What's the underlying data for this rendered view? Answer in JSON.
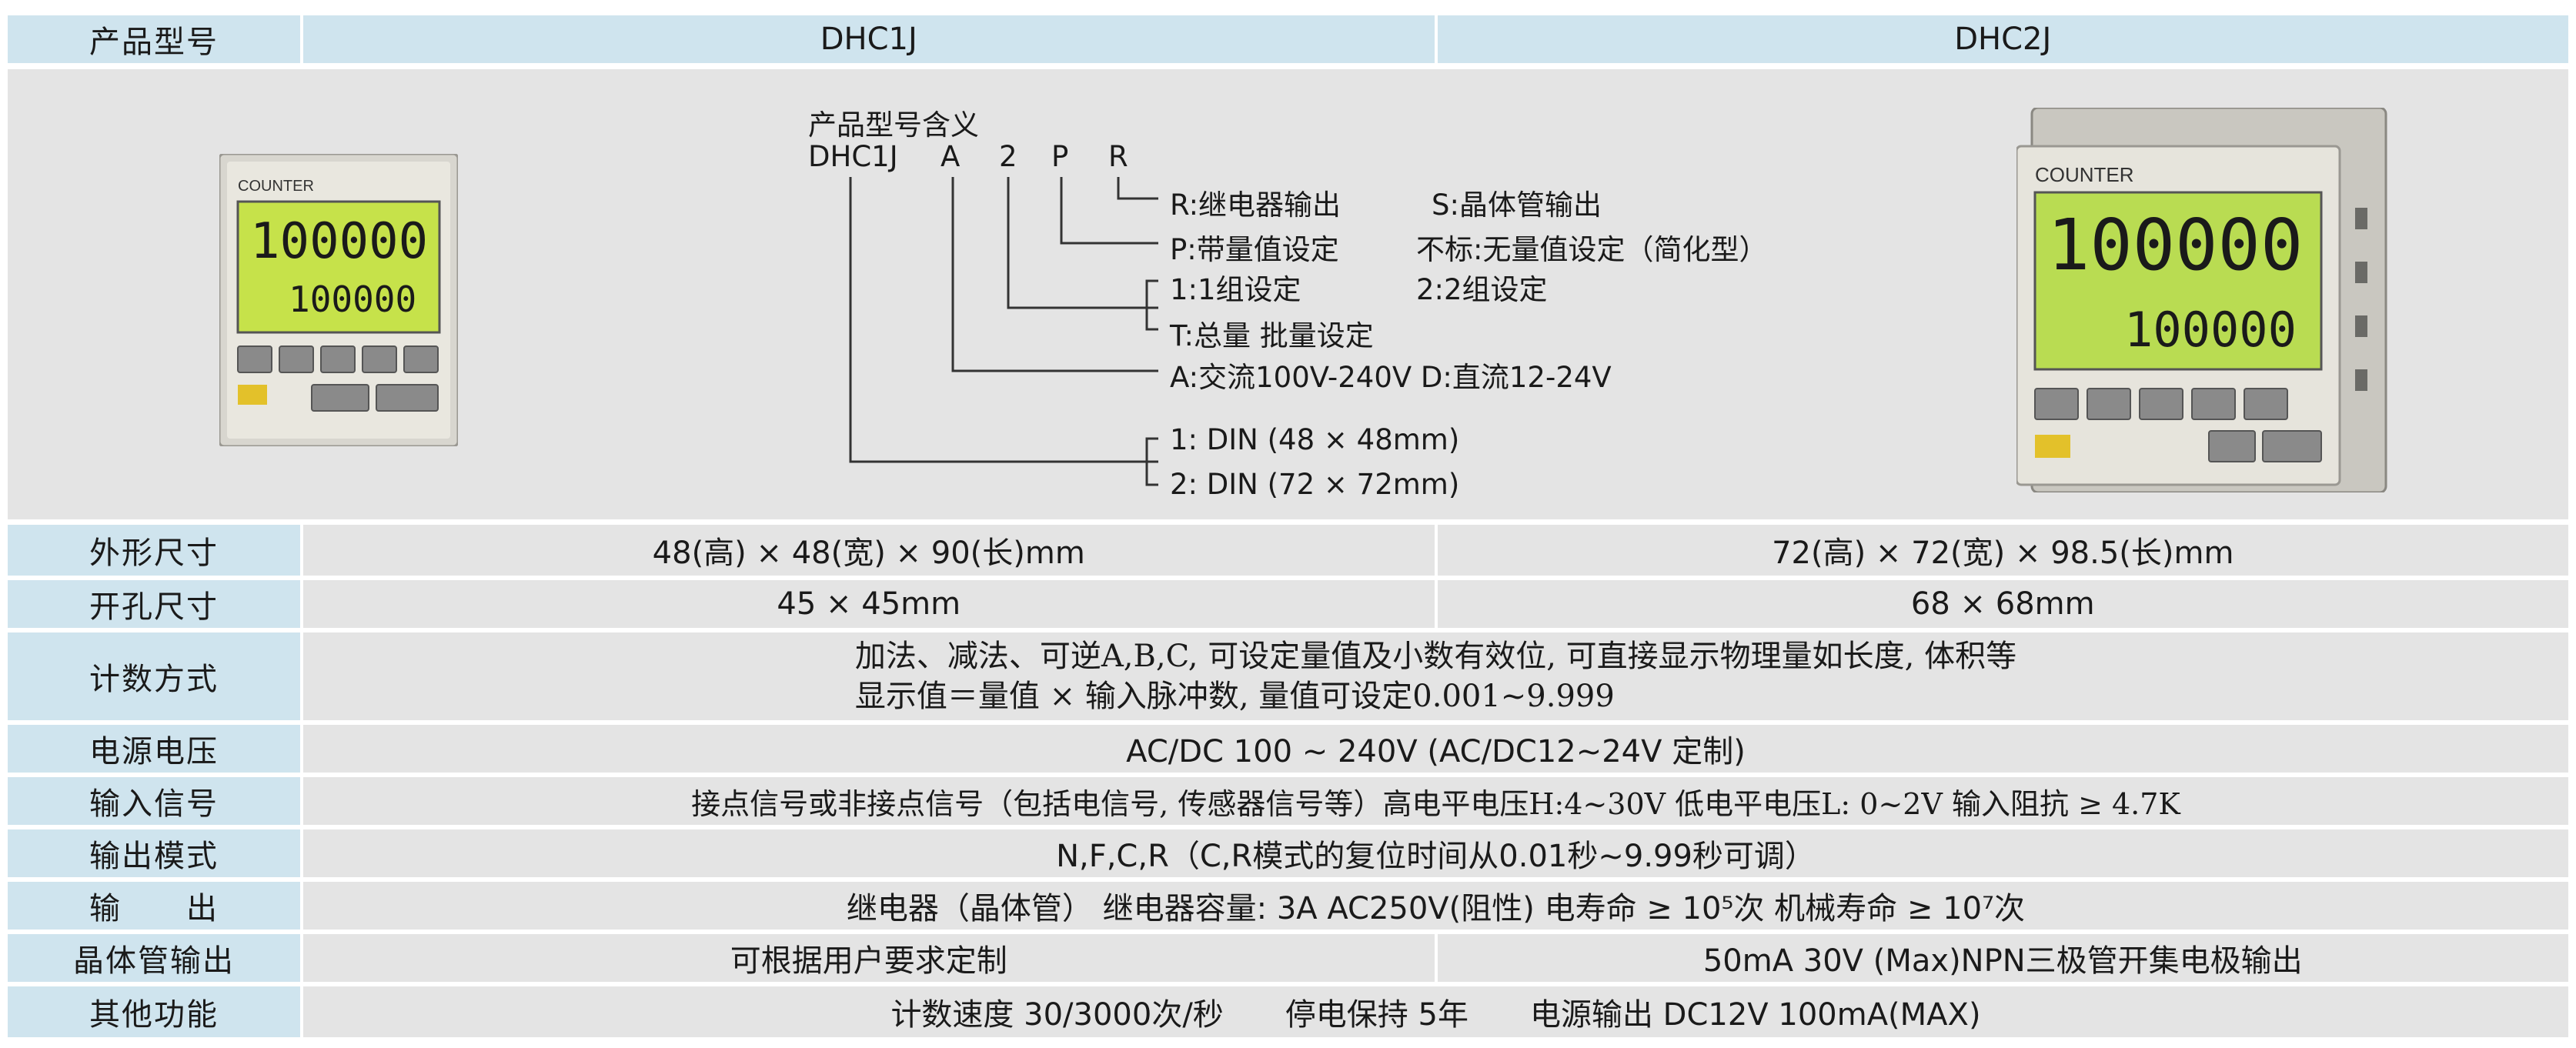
{
  "header": {
    "label": "产品型号",
    "model1": "DHC1J",
    "model2": "DHC2J"
  },
  "diagram": {
    "title": "产品型号含义",
    "code_parts": [
      "DHC1J",
      "A",
      "2",
      "P",
      "R"
    ],
    "lines": [
      {
        "left": "R:继电器输出",
        "right": "S:晶体管输出"
      },
      {
        "left": "P:带量值设定",
        "right": "不标:无量值设定（简化型）"
      },
      {
        "left": "1:1组设定",
        "right": "2:2组设定"
      },
      {
        "left": "T:总量 批量设定",
        "right": ""
      },
      {
        "left": "A:交流100V-240V D:直流12-24V",
        "right": ""
      },
      {
        "left": "1: DIN (48 × 48mm)",
        "right": ""
      },
      {
        "left": "2: DIN (72 × 72mm)",
        "right": ""
      }
    ]
  },
  "device_small": {
    "brand_label": "COUNTER",
    "display_top": "100000",
    "display_bottom": "100000"
  },
  "device_big": {
    "brand_label": "COUNTER",
    "display_top": "100000",
    "display_bottom": "100000"
  },
  "rows": [
    {
      "label": "外形尺寸",
      "v1": "48(高) × 48(宽) × 90(长)mm",
      "v2": "72(高) × 72(宽) × 98.5(长)mm"
    },
    {
      "label": "开孔尺寸",
      "v1": "45 × 45mm",
      "v2": "68 × 68mm"
    },
    {
      "label": "计数方式",
      "line1": "加法、减法、可逆A,B,C, 可设定量值及小数有效位, 可直接显示物理量如长度, 体积等",
      "line2": "显示值＝量值 × 输入脉冲数, 量值可设定0.001~9.999"
    },
    {
      "label": "电源电压",
      "full": "AC/DC 100 ~ 240V (AC/DC12~24V 定制)"
    },
    {
      "label": "输入信号",
      "full": "接点信号或非接点信号（包括电信号, 传感器信号等）高电平电压H:4~30V 低电平电压L: 0~2V 输入阻抗 ≥ 4.7K"
    },
    {
      "label": "输出模式",
      "full": "N,F,C,R（C,R模式的复位时间从0.01秒~9.99秒可调）"
    },
    {
      "label": "输　　出",
      "full": "继电器（晶体管） 继电器容量: 3A AC250V(阻性) 电寿命 ≥ 10⁵次 机械寿命 ≥ 10⁷次"
    },
    {
      "label": "晶体管输出",
      "v1": "可根据用户要求定制",
      "v2": "50mA 30V (Max)NPN三极管开集电极输出"
    },
    {
      "label": "其他功能",
      "full": "计数速度 30/3000次/秒　　停电保持 5年　　电源输出 DC12V 100mA(MAX)"
    }
  ]
}
